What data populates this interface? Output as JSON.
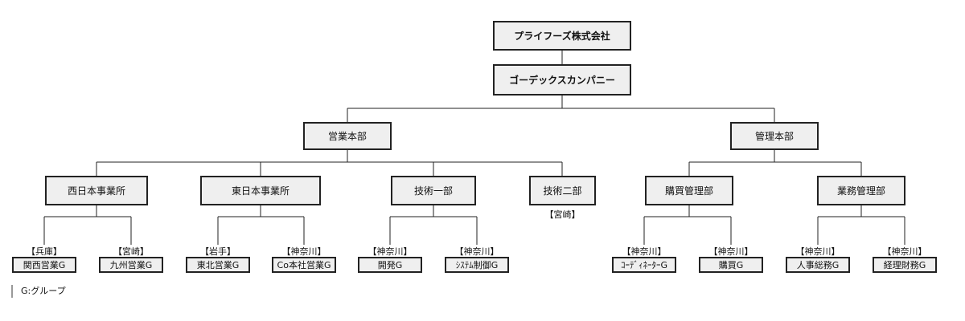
{
  "company": "プライフーズ株式会社",
  "division": "ゴーデックスカンパニー",
  "departments": [
    {
      "name": "営業本部",
      "units": [
        {
          "name": "西日本事業所",
          "groups": [
            {
              "location": "【兵庫】",
              "name": "関西営業G"
            },
            {
              "location": "【宮崎】",
              "name": "九州営業G"
            }
          ]
        },
        {
          "name": "東日本事業所",
          "groups": [
            {
              "location": "【岩手】",
              "name": "東北営業G"
            },
            {
              "location": "【神奈川】",
              "name": "Co本社営業G"
            }
          ]
        },
        {
          "name": "技術一部",
          "groups": [
            {
              "location": "【神奈川】",
              "name": "開発G"
            },
            {
              "location": "【神奈川】",
              "name": "ｼｽﾃﾑ制御G"
            }
          ]
        },
        {
          "name": "技術二部",
          "location": "【宮崎】",
          "groups": []
        }
      ]
    },
    {
      "name": "管理本部",
      "units": [
        {
          "name": "購買管理部",
          "groups": [
            {
              "location": "【神奈川】",
              "name": "ｺｰﾃﾞｨﾈｰﾀｰG"
            },
            {
              "location": "【神奈川】",
              "name": "購買G"
            }
          ]
        },
        {
          "name": "業務管理部",
          "groups": [
            {
              "location": "【神奈川】",
              "name": "人事総務G"
            },
            {
              "location": "【神奈川】",
              "name": "経理財務G"
            }
          ]
        }
      ]
    }
  ],
  "legend": "G:グループ"
}
